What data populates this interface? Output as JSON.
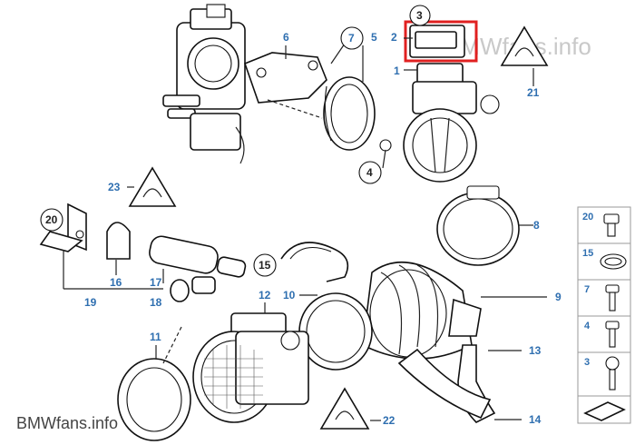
{
  "watermark": "BMWfans.info",
  "footer_logo": "BMWfans.info",
  "highlight_color": "#e02020",
  "callout_color": "#2f6fb0",
  "callouts": {
    "c1": "1",
    "c2": "2",
    "c3": "3",
    "c4": "4",
    "c5": "5",
    "c6": "6",
    "c7": "7",
    "c8": "8",
    "c9": "9",
    "c10": "10",
    "c11": "11",
    "c12": "12",
    "c13": "13",
    "c14": "14",
    "c15": "15",
    "c16": "16",
    "c17": "17",
    "c18": "18",
    "c19": "19",
    "c20": "20",
    "c21": "21",
    "c22": "22",
    "c23": "23"
  },
  "legend": {
    "items": [
      {
        "num": "20",
        "icon": "hex-bolt-icon"
      },
      {
        "num": "15",
        "icon": "hose-clamp-icon"
      },
      {
        "num": "7",
        "icon": "bolt-icon"
      },
      {
        "num": "4",
        "icon": "hex-bolt-icon"
      },
      {
        "num": "3",
        "icon": "screw-icon"
      }
    ],
    "arrow_icon": "sheet-arrow-icon"
  },
  "warning_icon": "warning-triangle-icon"
}
